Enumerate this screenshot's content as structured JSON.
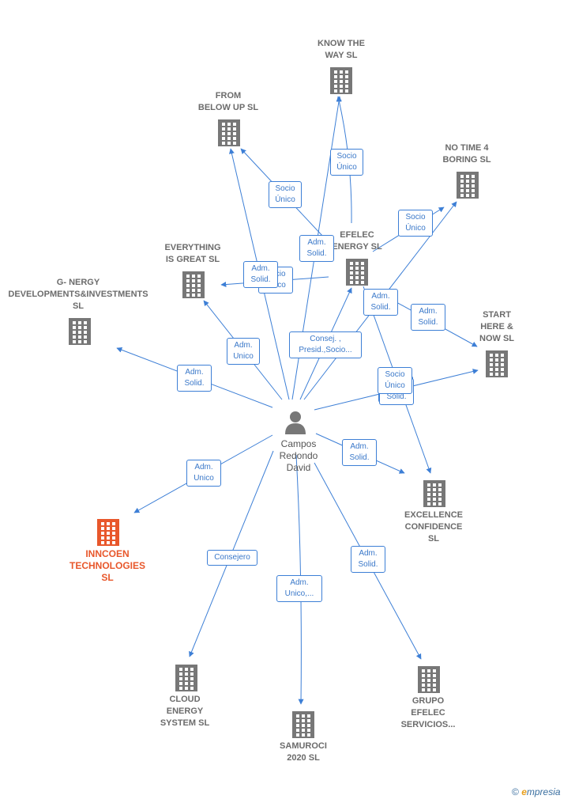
{
  "center": {
    "name": "Campos\nRedondo\nDavid",
    "icon": "person-icon"
  },
  "companies": [
    {
      "id": "know",
      "name": "KNOW THE\nWAY  SL"
    },
    {
      "id": "from",
      "name": "FROM\nBELOW UP  SL"
    },
    {
      "id": "notime",
      "name": "NO TIME 4\nBORING  SL"
    },
    {
      "id": "efelec",
      "name": "EFELEC\nENERGY  SL"
    },
    {
      "id": "everything",
      "name": "EVERYTHING\nIS GREAT  SL"
    },
    {
      "id": "gnergy",
      "name": "G- NERGY\nDEVELOPMENTS&INVESTMENTS\nSL"
    },
    {
      "id": "start",
      "name": "START\nHERE &\nNOW  SL"
    },
    {
      "id": "excellence",
      "name": "EXCELLENCE\nCONFIDENCE\nSL"
    },
    {
      "id": "inncoen",
      "name": "INNCOEN\nTECHNOLOGIES\nSL"
    },
    {
      "id": "cloud",
      "name": "CLOUD\nENERGY\nSYSTEM  SL"
    },
    {
      "id": "samuroci",
      "name": "SAMUROCI\n2020  SL"
    },
    {
      "id": "grupo",
      "name": "GRUPO\nEFELEC\nSERVICIOS..."
    }
  ],
  "edge_labels": [
    {
      "id": "e1",
      "text": "Socio\nÚnico"
    },
    {
      "id": "e2",
      "text": "Socio\nÚnico"
    },
    {
      "id": "e3",
      "text": "Adm.\nSolid."
    },
    {
      "id": "e4",
      "text": "Socio\nÚnico"
    },
    {
      "id": "e5",
      "text": "Socio\nÚnico"
    },
    {
      "id": "e6",
      "text": "Adm.\nSolid."
    },
    {
      "id": "e7",
      "text": "Adm.\nSolid."
    },
    {
      "id": "e8",
      "text": "Adm.\nSolid."
    },
    {
      "id": "e9",
      "text": "Socio\nÚnico"
    },
    {
      "id": "e10",
      "text": "Adm.\nUnico"
    },
    {
      "id": "e11",
      "text": "Consej. ,\nPresid.,Socio..."
    },
    {
      "id": "e12",
      "text": "Adm.\nSolid."
    },
    {
      "id": "e13",
      "text": "Adm.\nSolid."
    },
    {
      "id": "e14",
      "text": "Socio\nÚnico"
    },
    {
      "id": "e15",
      "text": "Adm.\nSolid."
    },
    {
      "id": "e16",
      "text": "Adm.\nUnico"
    },
    {
      "id": "e17",
      "text": "Consejero"
    },
    {
      "id": "e18",
      "text": "Adm.\nUnico,..."
    },
    {
      "id": "e19",
      "text": "Adm.\nSolid."
    }
  ],
  "colors": {
    "edge": "#3d7fd6",
    "building": "#777777",
    "building_main": "#e8572b",
    "person": "#777777"
  },
  "brand": {
    "copyright": "©",
    "first": "e",
    "rest": "mpresia"
  }
}
